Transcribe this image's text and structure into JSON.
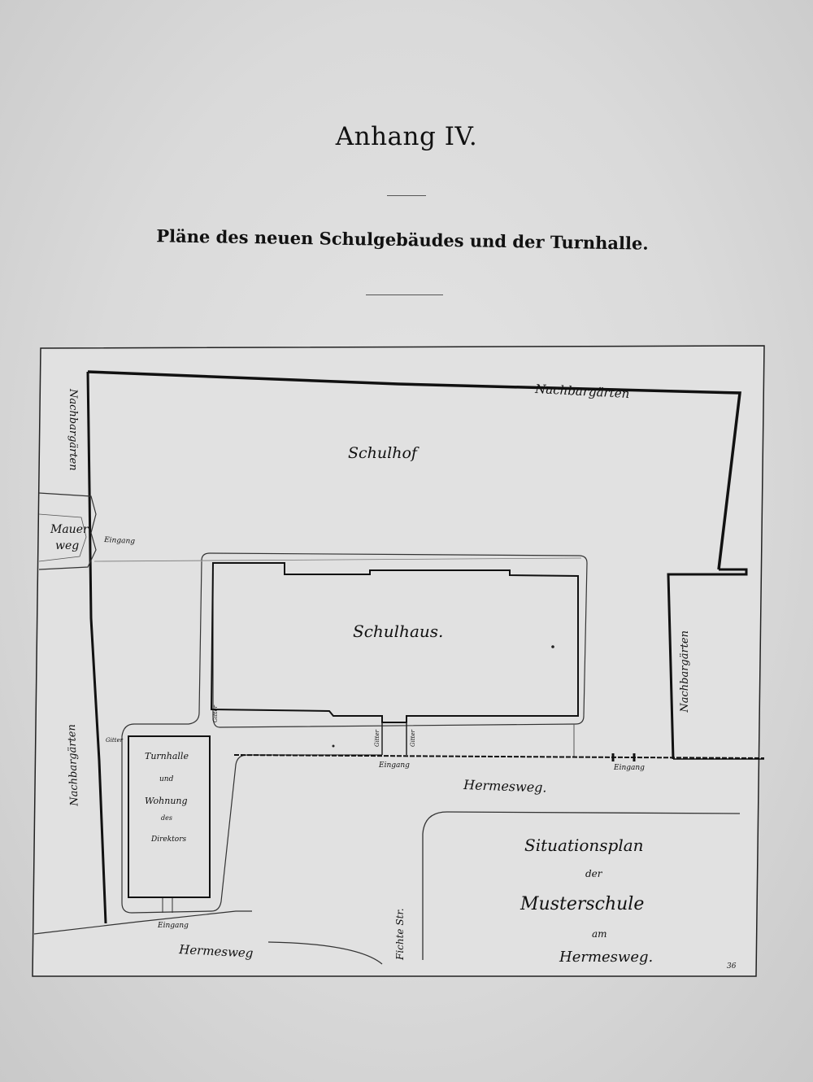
{
  "header": {
    "title": "Anhang IV.",
    "subtitle": "Pläne des neuen Schulgebäudes und der Turnhalle."
  },
  "map": {
    "labels": {
      "nachbar_top": "Nachbargärten",
      "nachbar_left_upper": "Nachbargärten",
      "nachbar_left_lower": "Nachbargärten",
      "nachbar_right": "Nachbargärten",
      "schulhof": "Schulhof",
      "mauerweg_1": "Mauer",
      "mauerweg_2": "weg",
      "eingang_left": "Eingang",
      "schulhaus": "Schulhaus.",
      "turnhalle_1": "Turnhalle",
      "turnhalle_2": "und",
      "turnhalle_3": "Wohnung",
      "turnhalle_4": "des",
      "turnhalle_5": "Direktors",
      "gitter_1": "Gitter",
      "gitter_2": "Gitter",
      "gitter_3": "Gitter",
      "gitter_4": "Gitter",
      "eingang_mid": "Eingang",
      "eingang_right": "Eingang",
      "eingang_bottom": "Eingang",
      "hermesweg_mid": "Hermesweg.",
      "hermesweg_bottom": "Hermesweg",
      "fichte_str": "Fichte Str.",
      "situationsplan_1": "Situationsplan",
      "situationsplan_2": "der",
      "situationsplan_3": "Musterschule",
      "situationsplan_4": "am",
      "situationsplan_5": "Hermesweg.",
      "plate_number": "36"
    }
  }
}
